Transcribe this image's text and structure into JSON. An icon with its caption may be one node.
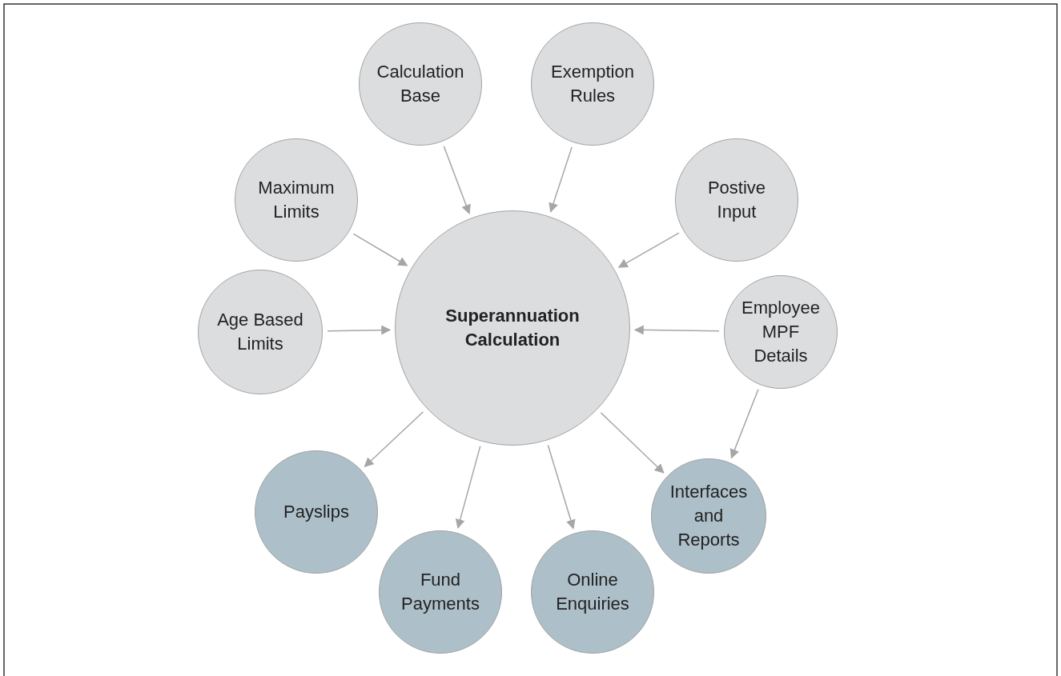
{
  "diagram": {
    "nodes": [
      {
        "text": [
          "Calculation Base"
        ]
      },
      {
        "text": [
          "Exemption Rules"
        ]
      },
      {
        "text": [
          "Maximum Limits"
        ]
      },
      {
        "text": [
          "Postive Input"
        ]
      },
      {
        "text": [
          "Age Based Limits"
        ]
      },
      {
        "text": [
          "Superannuation Calculation"
        ]
      },
      {
        "text": [
          "Employee MPF Details"
        ]
      },
      {
        "text": [
          "Payslips"
        ]
      },
      {
        "text": [
          "Interfaces and Reports"
        ]
      },
      {
        "text": [
          "Fund Payments"
        ]
      },
      {
        "text": [
          "Online Enquiries"
        ]
      }
    ],
    "edges": [
      {
        "from": 0,
        "to": 5,
        "arrow": "to"
      },
      {
        "from": 1,
        "to": 5,
        "arrow": "to"
      },
      {
        "from": 2,
        "to": 5,
        "arrow": "to"
      },
      {
        "from": 3,
        "to": 5,
        "arrow": "to"
      },
      {
        "from": 4,
        "to": 5,
        "arrow": "to"
      },
      {
        "from": 6,
        "to": 5,
        "arrow": "to"
      },
      {
        "from": 6,
        "to": 8,
        "arrow": "to"
      },
      {
        "from": 5,
        "to": 7,
        "arrow": "to"
      },
      {
        "from": 5,
        "to": 9,
        "arrow": "to"
      },
      {
        "from": 5,
        "to": 10,
        "arrow": "to"
      },
      {
        "from": 5,
        "to": 8,
        "arrow": "to"
      }
    ]
  }
}
